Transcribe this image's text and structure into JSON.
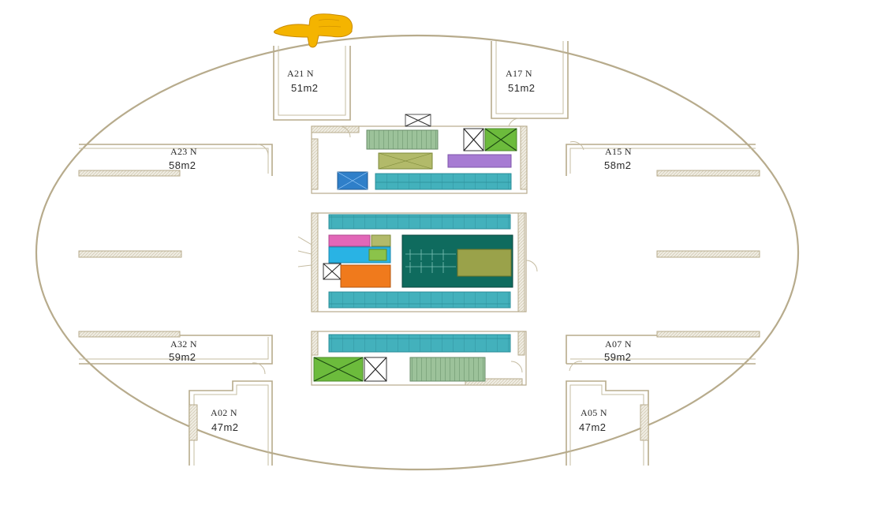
{
  "floor_plan": {
    "units": [
      {
        "id": "a21",
        "code": "A21 N",
        "area": "51m2"
      },
      {
        "id": "a17",
        "code": "A17 N",
        "area": "51m2"
      },
      {
        "id": "a23",
        "code": "A23 N",
        "area": "58m2"
      },
      {
        "id": "a15",
        "code": "A15 N",
        "area": "58m2"
      },
      {
        "id": "a32",
        "code": "A32 N",
        "area": "59m2"
      },
      {
        "id": "a07",
        "code": "A07 N",
        "area": "59m2"
      },
      {
        "id": "a02",
        "code": "A02 N",
        "area": "47m2"
      },
      {
        "id": "a05",
        "code": "A05 N",
        "area": "47m2"
      }
    ],
    "icons": {
      "pointer": "pointing-hand-icon"
    },
    "colors": {
      "wall": "#b7ab8c",
      "teal": "#3aa9b5",
      "dark_green": "#0f6b5e",
      "olive": "#9aa24a",
      "green": "#6cbb3c",
      "purple": "#a77bd3",
      "pink": "#e267b8",
      "orange": "#f07a1c",
      "blue": "#2f7fc9",
      "pointer": "#f4b400"
    }
  }
}
